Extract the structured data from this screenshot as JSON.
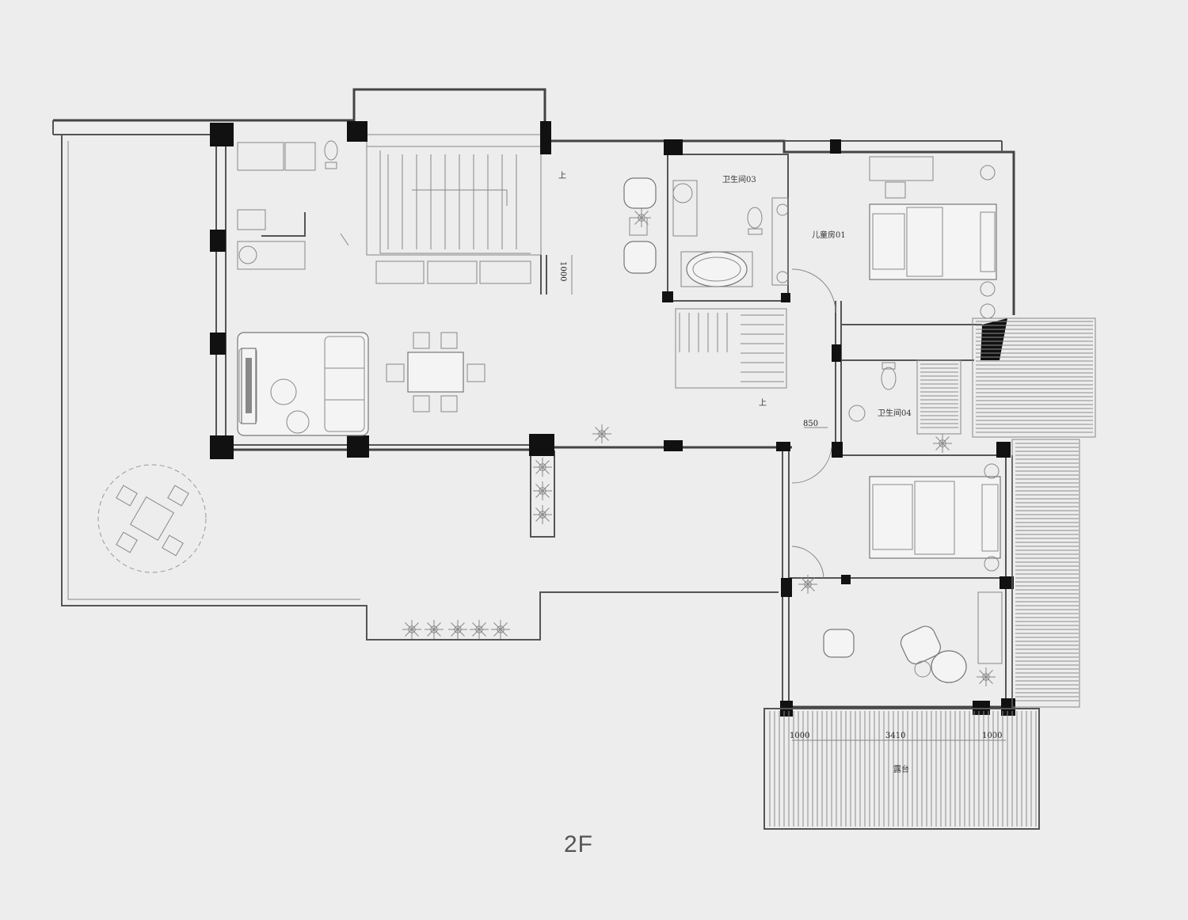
{
  "floor_label": "2F",
  "rooms": {
    "bath_03": "卫生间03",
    "kids_room_01": "儿童房01",
    "bath_04": "卫生间04",
    "terrace": "露台"
  },
  "stair_marks": {
    "up_1": "上",
    "up_2": "上"
  },
  "dimensions": {
    "stair_width": "1000",
    "door_width": "850",
    "terrace_left": "1000",
    "terrace_mid": "3410",
    "terrace_right": "1000"
  },
  "colors": {
    "wall": "#555555",
    "column": "#111111",
    "paper": "#ededed"
  }
}
